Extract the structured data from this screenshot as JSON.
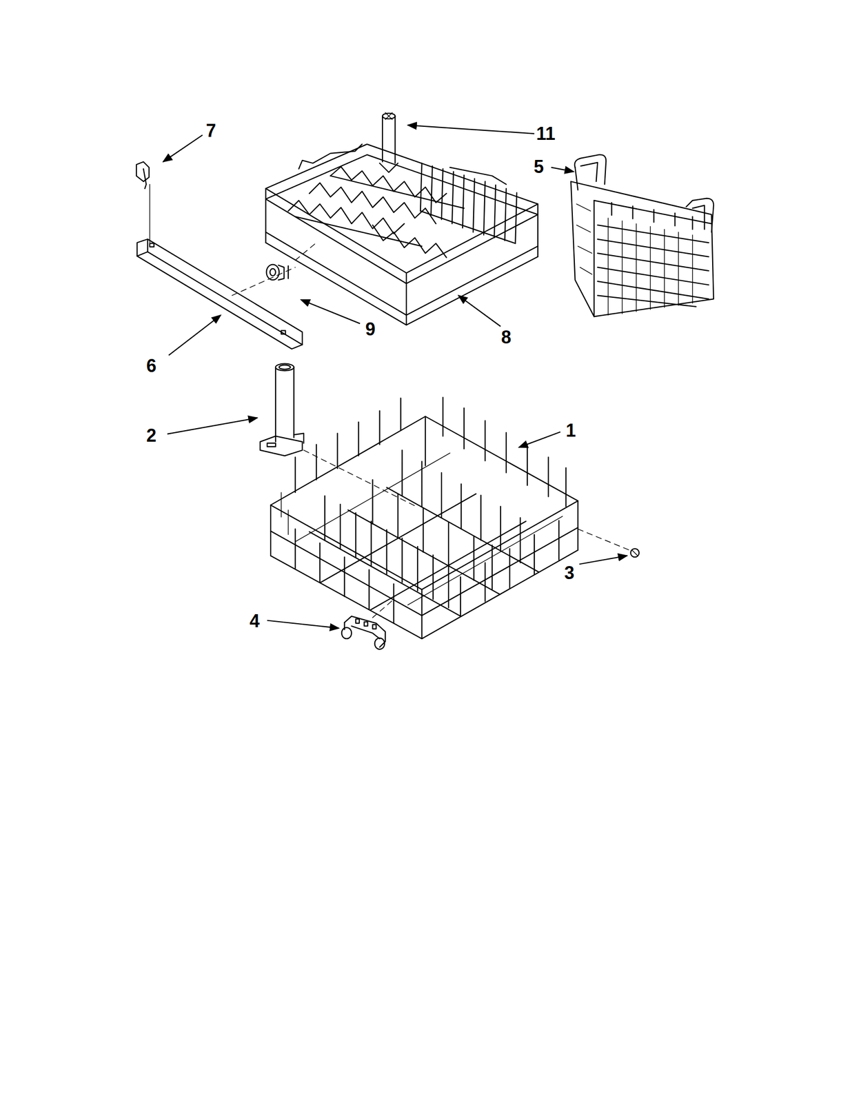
{
  "diagram": {
    "labels": [
      "7",
      "11",
      "5",
      "6",
      "9",
      "8",
      "2",
      "1",
      "3",
      "4"
    ]
  }
}
